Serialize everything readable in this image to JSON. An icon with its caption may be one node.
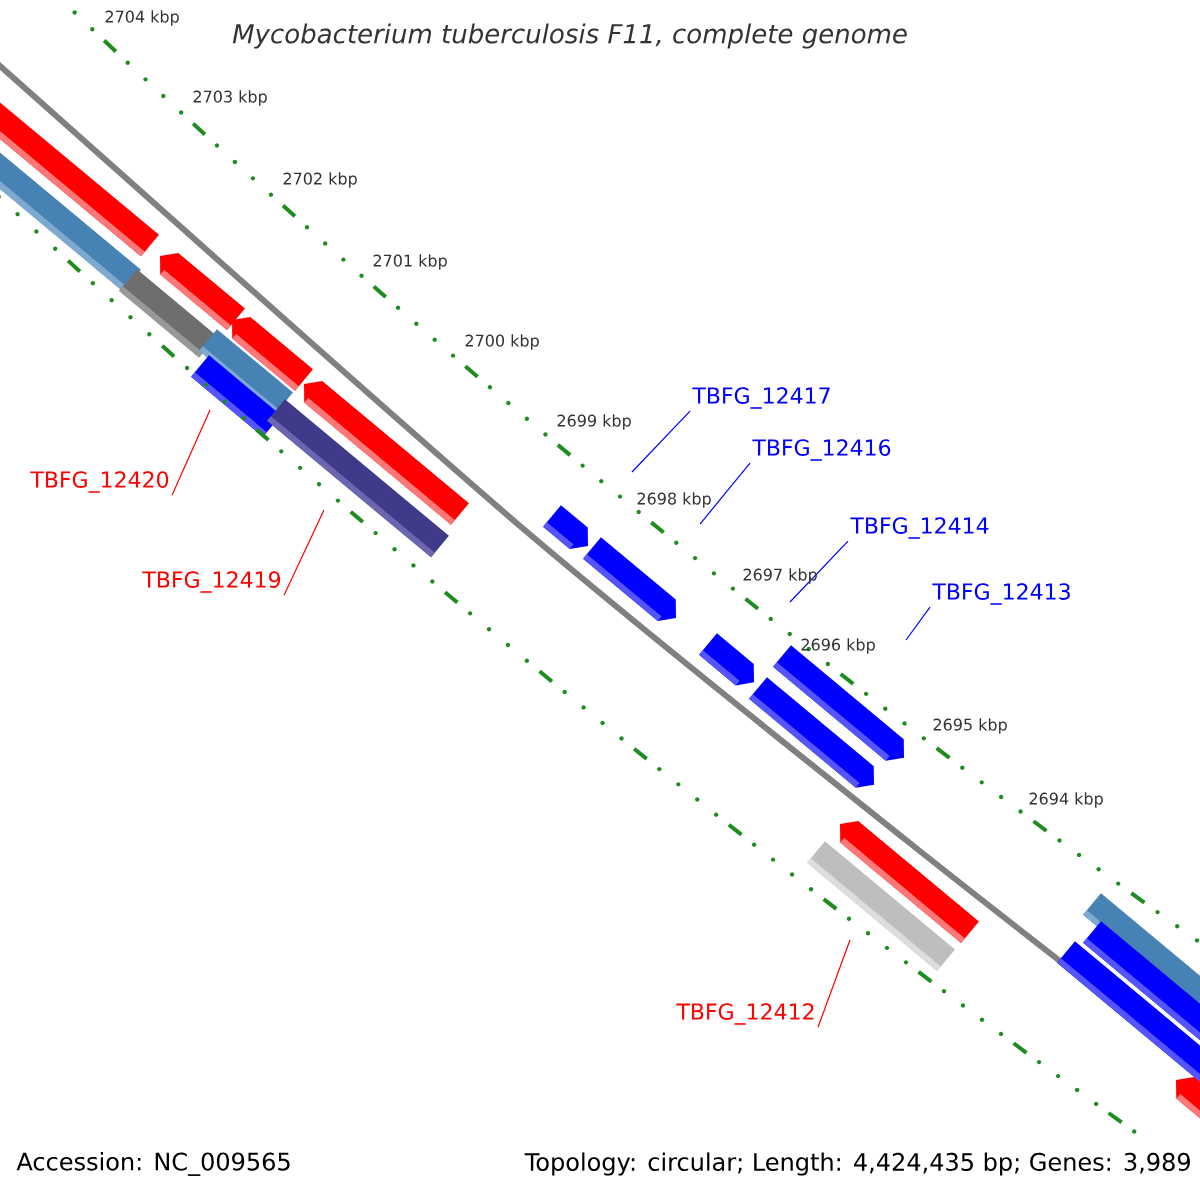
{
  "diagram": {
    "title": "Mycobacterium tuberculosis F11, complete genome",
    "nodes": [
      {
        "text": [
          "TBFG_12417"
        ]
      },
      {
        "text": [
          "TBFG_12416"
        ]
      },
      {
        "text": [
          "TBFG_12420"
        ]
      },
      {
        "text": [
          "TBFG_12414"
        ]
      },
      {
        "text": [
          "TBFG_12419"
        ]
      },
      {
        "text": [
          "TBFG_12413"
        ]
      },
      {
        "text": [
          "TBFG_12412"
        ]
      }
    ],
    "edges": [
      {
        "from": 0,
        "to": null,
        "arrow": "none"
      },
      {
        "from": 1,
        "to": null,
        "arrow": "none"
      },
      {
        "from": 2,
        "to": null,
        "arrow": "none",
        "color": "#ff0000"
      },
      {
        "from": 3,
        "to": null,
        "arrow": "none"
      },
      {
        "from": 4,
        "to": null,
        "arrow": "none",
        "color": "#ff0000"
      },
      {
        "from": 5,
        "to": null,
        "arrow": "none"
      },
      {
        "from": 6,
        "to": null,
        "arrow": "none",
        "color": "#ff0000"
      }
    ],
    "labels": [
      "2704 kbp",
      "2703 kbp",
      "2702 kbp",
      "2701 kbp",
      "2700 kbp",
      "2699 kbp",
      "2698 kbp",
      "2697 kbp",
      "2696 kbp",
      "2695 kbp",
      "2694 kbp",
      "Accession: NC_009565",
      "Topology: circular; Length: 4,424,435 bp; Genes: 3,989"
    ]
  }
}
